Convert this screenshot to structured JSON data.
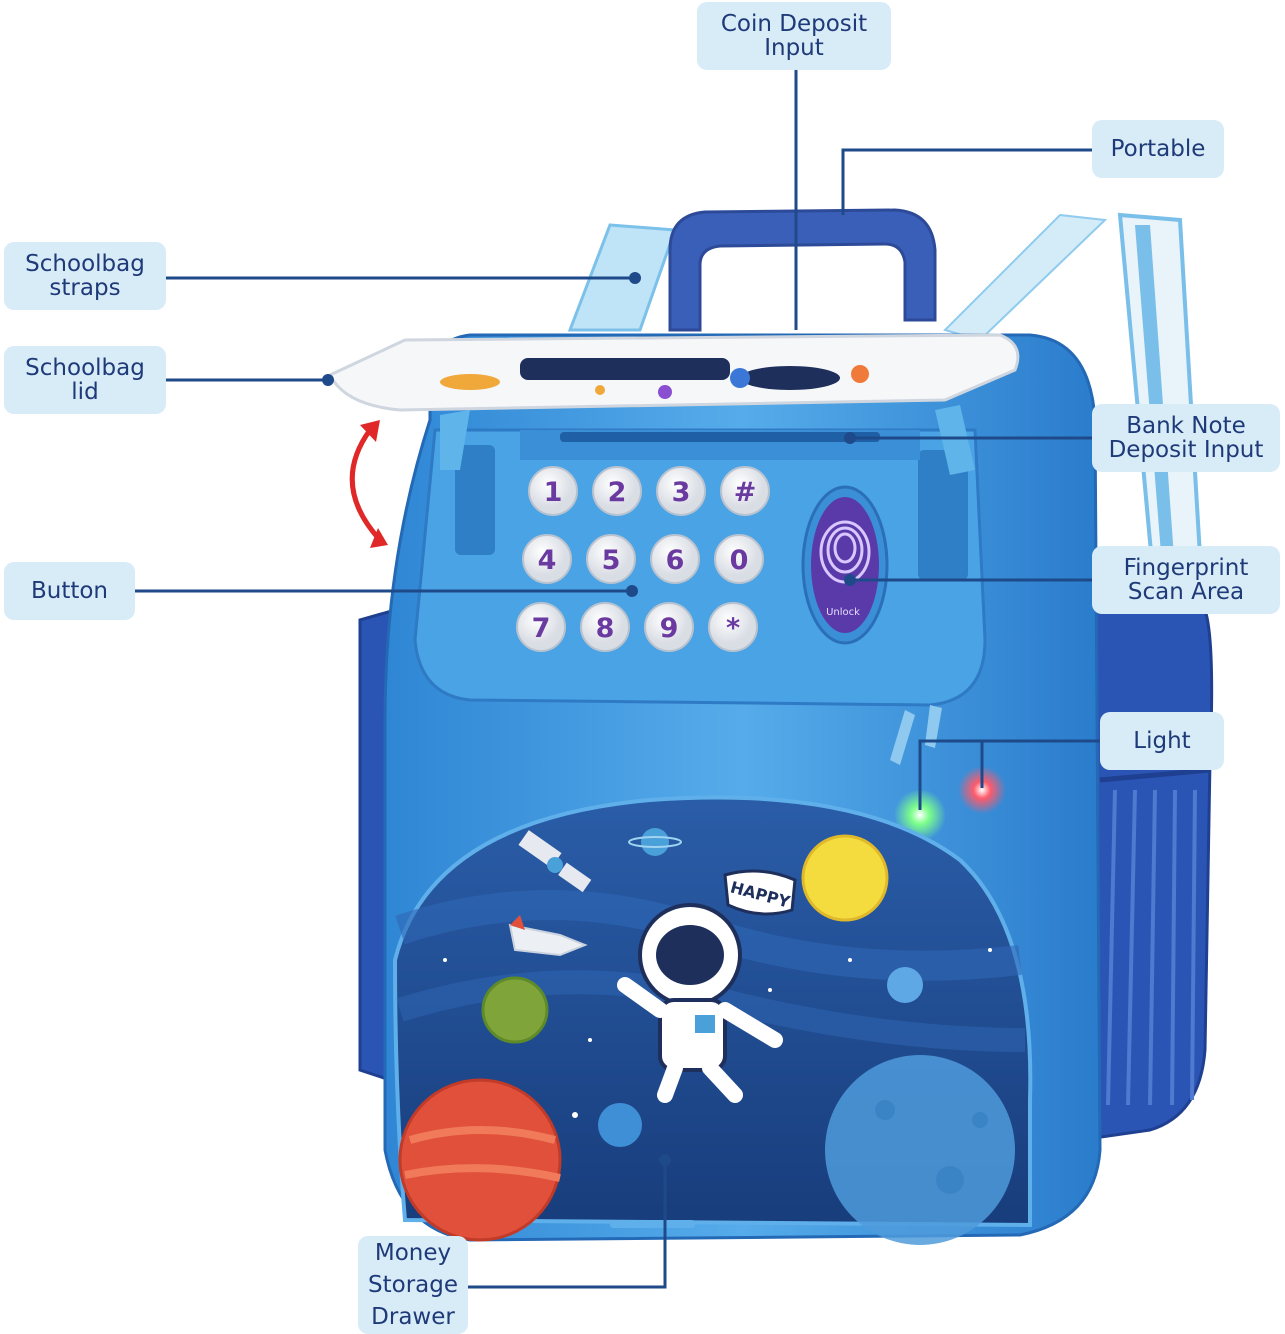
{
  "callouts": {
    "coin_deposit": {
      "line1": "Coin Deposit",
      "line2": "Input"
    },
    "portable": {
      "line1": "Portable"
    },
    "straps": {
      "line1": "Schoolbag",
      "line2": "straps"
    },
    "lid": {
      "line1": "Schoolbag",
      "line2": "lid"
    },
    "bank_note": {
      "line1": "Bank Note",
      "line2": "Deposit Input"
    },
    "button": {
      "line1": "Button"
    },
    "fingerprint": {
      "line1": "Fingerprint",
      "line2": "Scan Area"
    },
    "light": {
      "line1": "Light"
    },
    "money_drawer": {
      "line1": "Money",
      "line2": "Storage",
      "line3": "Drawer"
    }
  },
  "keypad": {
    "keys": [
      "1",
      "2",
      "3",
      "#",
      "4",
      "5",
      "6",
      "0",
      "7",
      "8",
      "9",
      "*"
    ]
  },
  "fingerprint_label": "Unlock",
  "sticker_text": "HAPPY",
  "colors": {
    "callout_bg": "#d8ecf8",
    "callout_text": "#1f3a78",
    "leader_line": "#1f4a8a",
    "body_blue": "#3d9be0",
    "handle_blue": "#3a5fb8",
    "space_navy": "#1d4a8e",
    "key_text": "#6a3aa0"
  }
}
